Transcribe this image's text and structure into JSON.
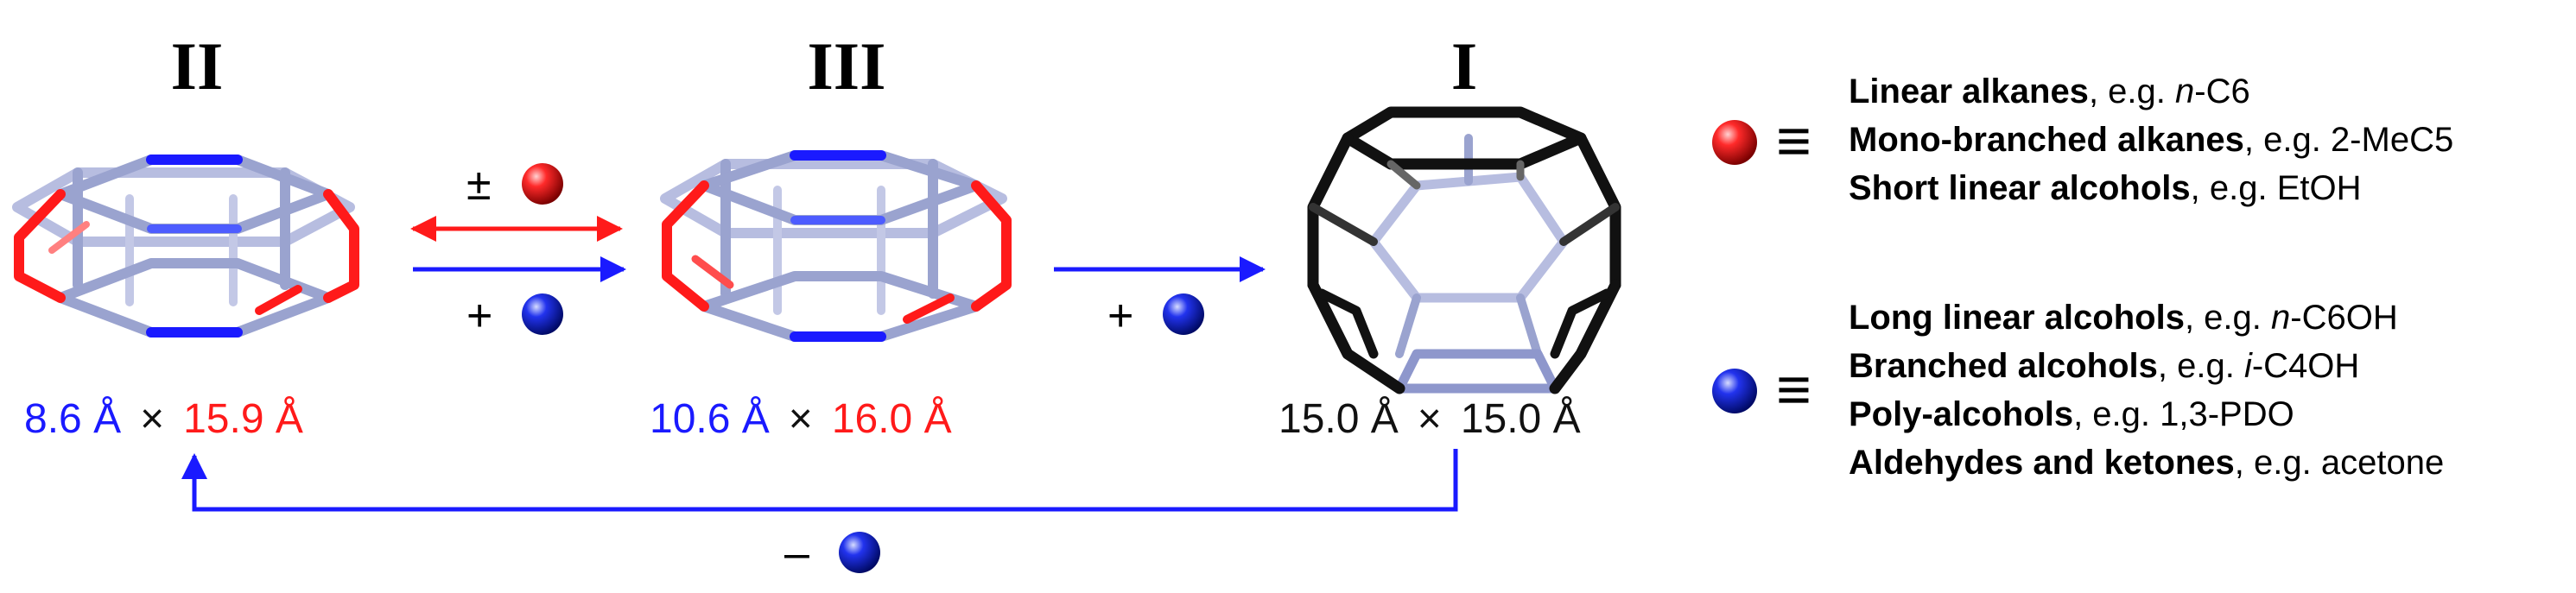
{
  "stages": [
    {
      "roman": "II",
      "dims": {
        "a": "8.6 Å",
        "times": "×",
        "b": "15.9 Å"
      }
    },
    {
      "roman": "III",
      "dims": {
        "a": "10.6 Å",
        "times": "×",
        "b": "16.0 Å"
      }
    },
    {
      "roman": "I",
      "dims": {
        "a": "15.0 Å",
        "times": "×",
        "b": "15.0 Å"
      }
    }
  ],
  "arrows": {
    "reversible_sign": "±",
    "add_sign_1": "+",
    "add_sign_2": "+",
    "remove_sign": "–"
  },
  "legend": {
    "equiv_symbol": "≡",
    "red_group": [
      {
        "bold": "Linear alkanes",
        "sep": ", e.g. ",
        "italic": "n",
        "rest": "-C6"
      },
      {
        "bold": "Mono-branched alkanes",
        "sep": ", e.g. ",
        "italic": "",
        "rest": "2-MeC5"
      },
      {
        "bold": "Short linear alcohols",
        "sep": ", e.g. ",
        "italic": "",
        "rest": "EtOH"
      }
    ],
    "blue_group": [
      {
        "bold": "Long linear alcohols",
        "sep": ", e.g. ",
        "italic": "n",
        "rest": "-C6OH"
      },
      {
        "bold": "Branched alcohols",
        "sep": ", e.g. ",
        "italic": "i",
        "rest": "-C4OH"
      },
      {
        "bold": "Poly-alcohols",
        "sep": ", e.g. ",
        "italic": "",
        "rest": "1,3-PDO"
      },
      {
        "bold": "Aldehydes and ketones",
        "sep": ", e.g. ",
        "italic": "",
        "rest": "acetone"
      }
    ]
  },
  "colors": {
    "red": "#ff1a1a",
    "blue": "#1a1aff",
    "frame_light": "#9aa3cf",
    "frame_black": "#111111"
  },
  "icons": [
    "red-sphere-icon",
    "blue-sphere-icon",
    "cage-framework-icon"
  ]
}
